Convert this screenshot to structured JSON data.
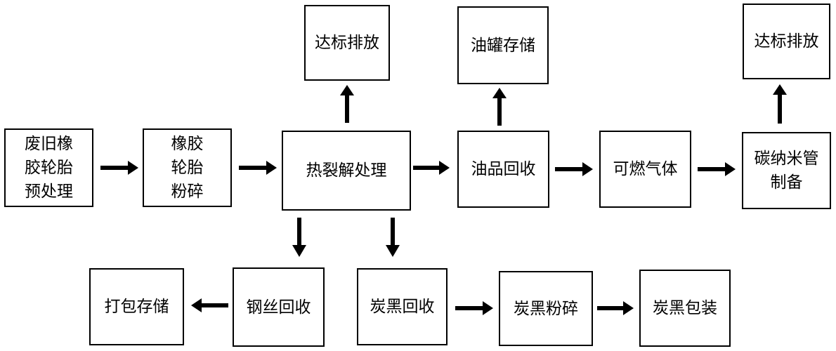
{
  "nodes": {
    "pretreat": "废旧橡\n胶轮胎\n预处理",
    "crush": "橡胶\n轮胎\n粉碎",
    "pyrolysis": "热裂解处理",
    "emission1": "达标排放",
    "oil_storage": "油罐存储",
    "oil_recovery": "油品回收",
    "gas": "可燃气体",
    "nanotube": "碳纳米管\n制备",
    "emission2": "达标排放",
    "pack_storage": "打包存储",
    "steel_recovery": "钢丝回收",
    "carbon_recovery": "炭黑回收",
    "carbon_crush": "炭黑粉碎",
    "carbon_pack": "炭黑包装"
  },
  "edges": [
    [
      "pretreat",
      "crush"
    ],
    [
      "crush",
      "pyrolysis"
    ],
    [
      "pyrolysis",
      "oil_recovery"
    ],
    [
      "pyrolysis",
      "emission1"
    ],
    [
      "oil_recovery",
      "oil_storage"
    ],
    [
      "oil_recovery",
      "gas"
    ],
    [
      "gas",
      "nanotube"
    ],
    [
      "nanotube",
      "emission2"
    ],
    [
      "pyrolysis",
      "steel_recovery"
    ],
    [
      "pyrolysis",
      "carbon_recovery"
    ],
    [
      "steel_recovery",
      "pack_storage"
    ],
    [
      "carbon_recovery",
      "carbon_crush"
    ],
    [
      "carbon_crush",
      "carbon_pack"
    ]
  ]
}
